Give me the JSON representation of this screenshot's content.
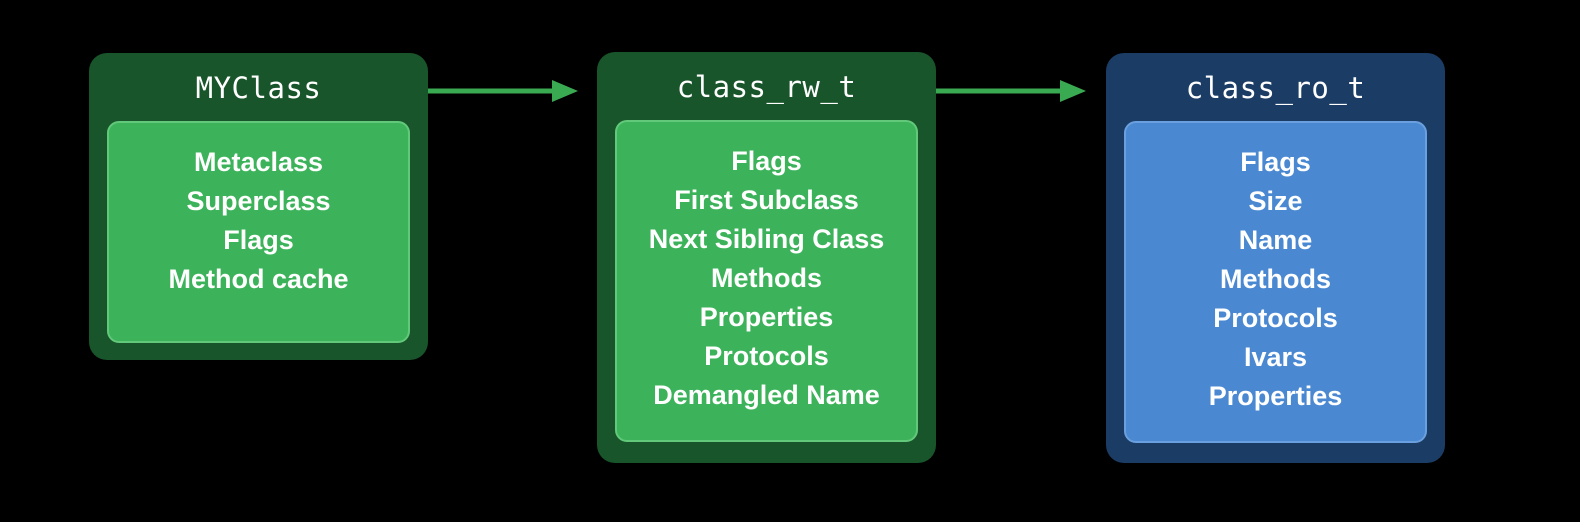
{
  "colors": {
    "background": "#000000",
    "green_outer": "#18552a",
    "green_inner": "#3cb35a",
    "blue_outer": "#1b3d65",
    "blue_inner": "#4a88d1",
    "arrow": "#3aaa52"
  },
  "boxes": [
    {
      "title": "MYClass",
      "fields": [
        "Metaclass",
        "Superclass",
        "Flags",
        "Method cache"
      ]
    },
    {
      "title": "class_rw_t",
      "fields": [
        "Flags",
        "First Subclass",
        "Next Sibling Class",
        "Methods",
        "Properties",
        "Protocols",
        "Demangled Name"
      ]
    },
    {
      "title": "class_ro_t",
      "fields": [
        "Flags",
        "Size",
        "Name",
        "Methods",
        "Protocols",
        "Ivars",
        "Properties"
      ]
    }
  ],
  "connections": [
    {
      "from": "MYClass",
      "to": "class_rw_t"
    },
    {
      "from": "class_rw_t",
      "to": "class_ro_t"
    }
  ]
}
